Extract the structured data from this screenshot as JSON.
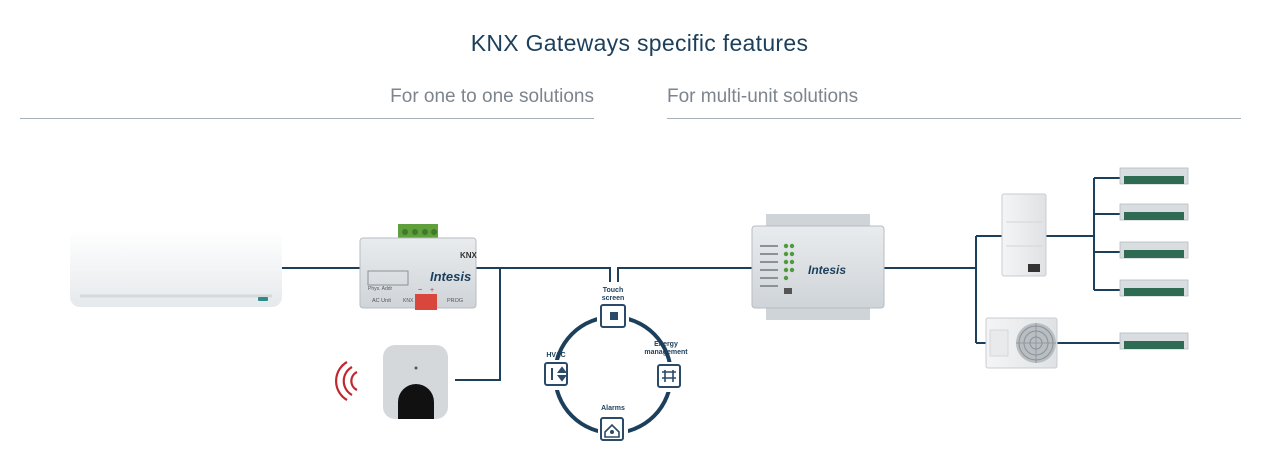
{
  "header": {
    "title": "KNX Gateways specific features",
    "left_section": "For one to one solutions",
    "right_section": "For multi-unit solutions"
  },
  "colors": {
    "line": "#1c3f5c",
    "accent_red": "#c0282e",
    "knx_green": "#5fa03c",
    "icon_blue": "#2b4a6a",
    "panel_green": "#2f6b52"
  },
  "devices": {
    "knx_gateway": {
      "brand": "Intesis",
      "knx_logo": "KNX",
      "label_phys": "Phys. Addr",
      "label_ac": "AC Unit",
      "label_knx": "KNX",
      "label_prog": "PROG",
      "label_minus": "−",
      "label_plus": "+"
    },
    "multi_gateway": {
      "brand": "Intesis"
    }
  },
  "features": {
    "touch_screen": "Touch\nscreen",
    "hvac": "HVAC",
    "energy": "Energy\nmanagement",
    "alarms": "Alarms"
  },
  "indoor_units_count_label": ""
}
